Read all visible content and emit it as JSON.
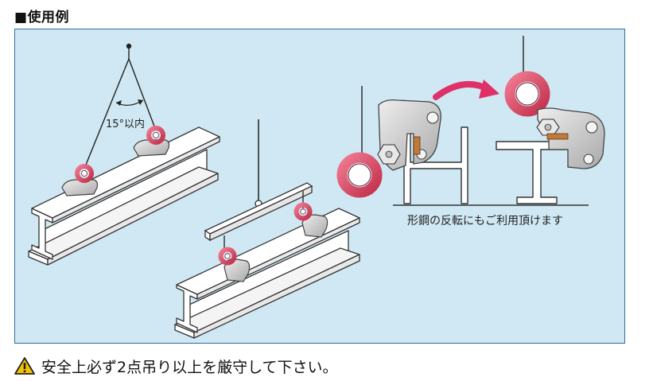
{
  "heading": "■使用例",
  "angle_label": "15°以内",
  "caption": "形鋼の反転にもご利用頂けます",
  "warning": "安全上必ず2点吊り以上を厳守して下さい。",
  "icons": [
    "warning-icon",
    "rotation-arrow-icon"
  ],
  "colors": {
    "panel_bg": "#cfe8f3",
    "panel_border": "#2e6f9c",
    "eye_ring": "#d9445f",
    "clamp_body": "#c8c8c8",
    "arrow": "#e0306a"
  }
}
